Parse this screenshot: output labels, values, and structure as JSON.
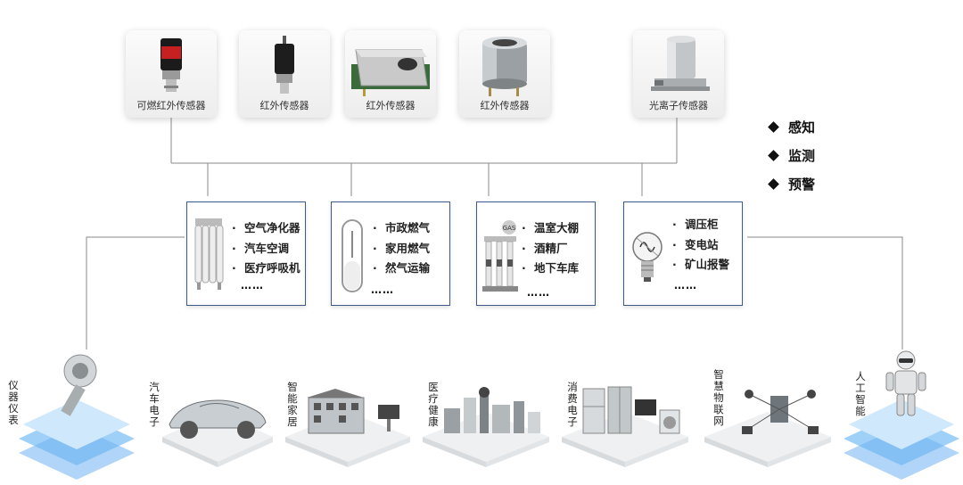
{
  "sensors": [
    {
      "label": "可燃红外传感器",
      "icon": "combustible-infrared-sensor-icon"
    },
    {
      "label": "红外传感器",
      "icon": "infrared-sensor-icon"
    },
    {
      "label": "红外传感器",
      "icon": "infrared-board-sensor-icon"
    },
    {
      "label": "红外传感器",
      "icon": "infrared-can-sensor-icon"
    },
    {
      "label": "光离子传感器",
      "icon": "photoionization-sensor-icon"
    }
  ],
  "legend": [
    "感知",
    "监测",
    "预警"
  ],
  "applications": [
    {
      "icon": "radiator-icon",
      "items": [
        "空气净化器",
        "汽车空调",
        "医疗呼吸机"
      ],
      "more": "……"
    },
    {
      "icon": "gas-cylinder-icon",
      "items": [
        "市政燃气",
        "家用燃气",
        "然气运输"
      ],
      "more": "……"
    },
    {
      "icon": "gas-pump-icon",
      "items": [
        "温室大棚",
        "酒精厂",
        "地下车库"
      ],
      "more": "……"
    },
    {
      "icon": "light-bulb-icon",
      "items": [
        "调压柜",
        "变电站",
        "矿山报警"
      ],
      "more": "……"
    }
  ],
  "bullet": "·",
  "gas_station_label": "GAS",
  "fields": [
    {
      "label": "仪器仪表",
      "icon": "instrument-icon"
    },
    {
      "label": "汽车电子",
      "icon": "car-icon"
    },
    {
      "label": "智能家居",
      "icon": "smart-home-icon"
    },
    {
      "label": "医疗健康",
      "icon": "medical-equipment-icon"
    },
    {
      "label": "消费电子",
      "icon": "appliances-icon"
    },
    {
      "label": "智慧物联网",
      "icon": "iot-network-icon"
    },
    {
      "label": "人工智能",
      "icon": "robot-icon"
    }
  ],
  "colors": {
    "box_border": "#3d5a8a",
    "platform": "#6fb3f2",
    "line": "#8a8a8a"
  }
}
